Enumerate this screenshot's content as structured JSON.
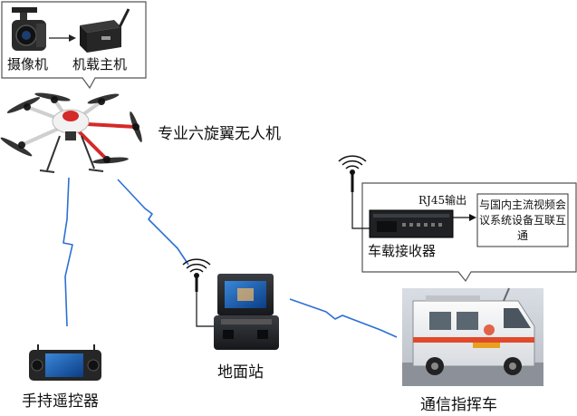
{
  "labels": {
    "camera": "摄像机",
    "onboard_host": "机载主机",
    "drone": "专业六旋翼无人机",
    "rj45": "RJ45输出",
    "receiver": "车载接收器",
    "description": "与国内主流视频会议系统设备互联互通",
    "ground_station": "地面站",
    "remote_controller": "手持遥控器",
    "command_vehicle": "通信指挥车"
  },
  "icons": [
    "camera-icon",
    "onboard-host-icon",
    "hexacopter-drone-icon",
    "antenna-icon",
    "receiver-rack-icon",
    "ground-station-case-icon",
    "remote-controller-icon",
    "command-vehicle-icon",
    "wireless-link-icon"
  ],
  "colors": {
    "wireless_link": "#2b6fd6",
    "callout_border": "#555555",
    "drone_arm_red": "#d42a2a",
    "vehicle_stripe": "#e04a2a"
  }
}
